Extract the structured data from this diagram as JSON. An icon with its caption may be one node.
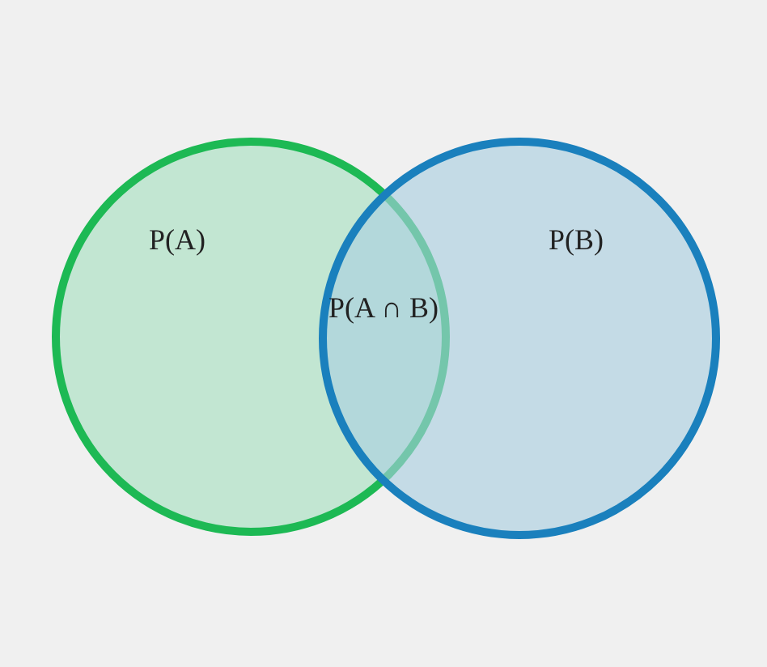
{
  "diagram": {
    "nodes": [
      {
        "text": [
          "P(A)"
        ]
      },
      {
        "text": [
          "P(B)"
        ]
      }
    ],
    "labels": [
      "P(A ∩ B)"
    ]
  }
}
